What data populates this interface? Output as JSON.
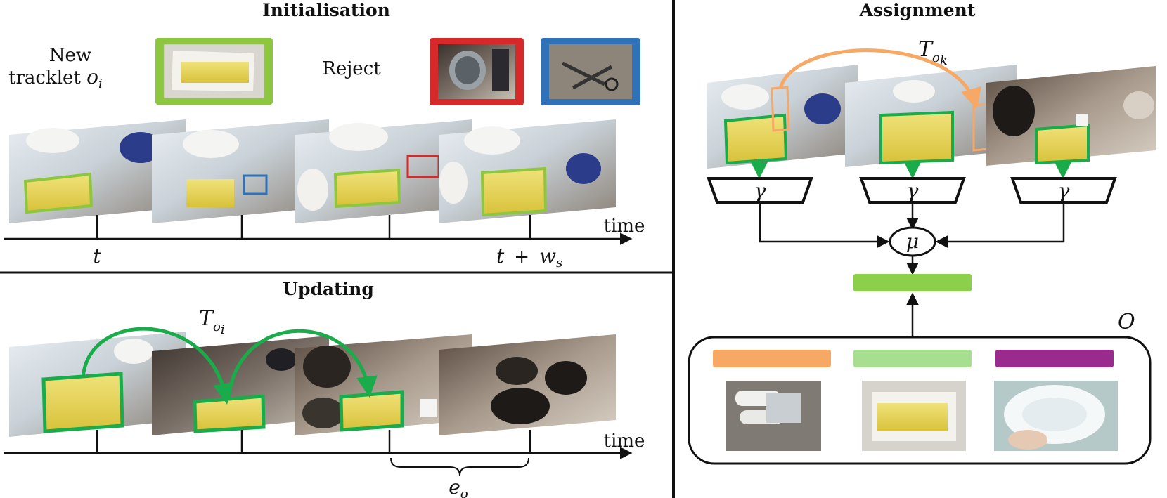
{
  "colors": {
    "accept_green": "#8dc63f",
    "track_green": "#1aab4a",
    "reject_red": "#d62a2a",
    "reject_blue": "#2f72b8",
    "orange": "#f6a864",
    "light_green": "#a8de90",
    "purple": "#9b2a8e",
    "feature_green": "#8ccf4a"
  },
  "init": {
    "title": "Initialisation",
    "new_tracklet_line1": "New",
    "new_tracklet_line2": "tracklet",
    "tracklet_var": "o",
    "tracklet_sub": "i",
    "reject": "Reject",
    "time": "time",
    "t_start": "t",
    "t_end_t": "t",
    "t_end_plus": "+",
    "t_end_w": "w",
    "t_end_sub": "s"
  },
  "update": {
    "title": "Updating",
    "traj_symbol": "T",
    "traj_sub_o": "o",
    "traj_sub_i": "i",
    "time": "time",
    "expiry_var": "e",
    "expiry_sub": "o"
  },
  "assign": {
    "title": "Assignment",
    "traj_symbol": "T",
    "traj_sub_o": "o",
    "traj_sub_k": "k",
    "encoder": "γ",
    "mean": "μ",
    "memory_symbol": "O"
  }
}
